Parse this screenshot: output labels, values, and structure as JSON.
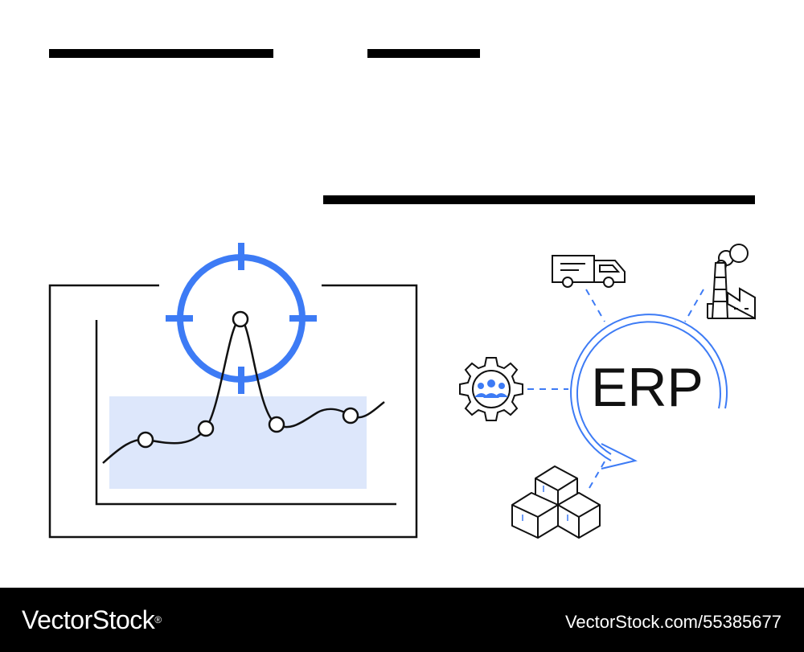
{
  "diagram": {
    "erp_label": "ERP",
    "accent_color": "#3d7bf5",
    "highlight_color": "#dde7fb",
    "line_color": "#111111",
    "icons": {
      "chart_frame": "chart-frame-icon",
      "target": "crosshair-target-icon",
      "truck": "delivery-truck-icon",
      "factory": "factory-icon",
      "team_gear": "team-gear-icon",
      "boxes": "stacked-boxes-icon",
      "cycle_arrow": "circular-arrow-icon"
    }
  },
  "footer": {
    "brand": "VectorStock",
    "registered_mark": "®",
    "image_id": "VectorStock.com/55385677"
  }
}
